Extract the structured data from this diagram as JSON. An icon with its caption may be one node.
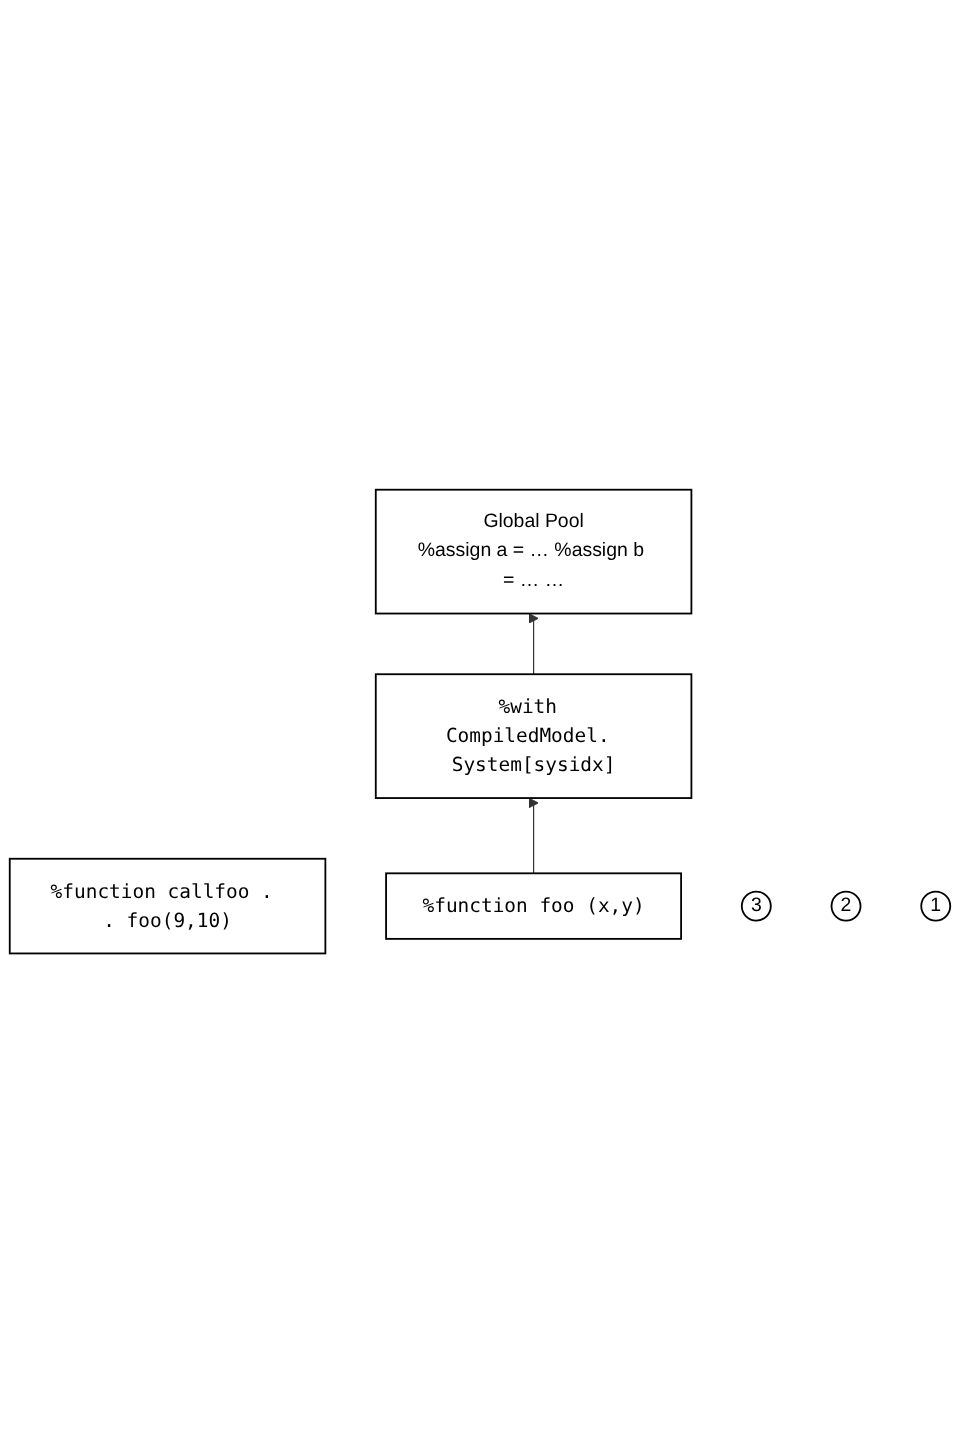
{
  "diagram": {
    "nodes": [
      {
        "text": [
          "Global Pool",
          "%assign a = … %assign b = … …"
        ]
      },
      {
        "text": [
          "%with CompiledModel. System[sysidx]"
        ]
      },
      {
        "text": [
          "%function callfoo . . foo(9,10)"
        ]
      },
      {
        "text": [
          "%function foo (x,y)"
        ]
      },
      {
        "text": [
          "3"
        ]
      },
      {
        "text": [
          "2"
        ]
      },
      {
        "text": [
          "1"
        ]
      }
    ],
    "edges": [
      {
        "from": 3,
        "to": 1,
        "arrow": "to"
      },
      {
        "from": 1,
        "to": 0,
        "arrow": "to"
      }
    ]
  }
}
